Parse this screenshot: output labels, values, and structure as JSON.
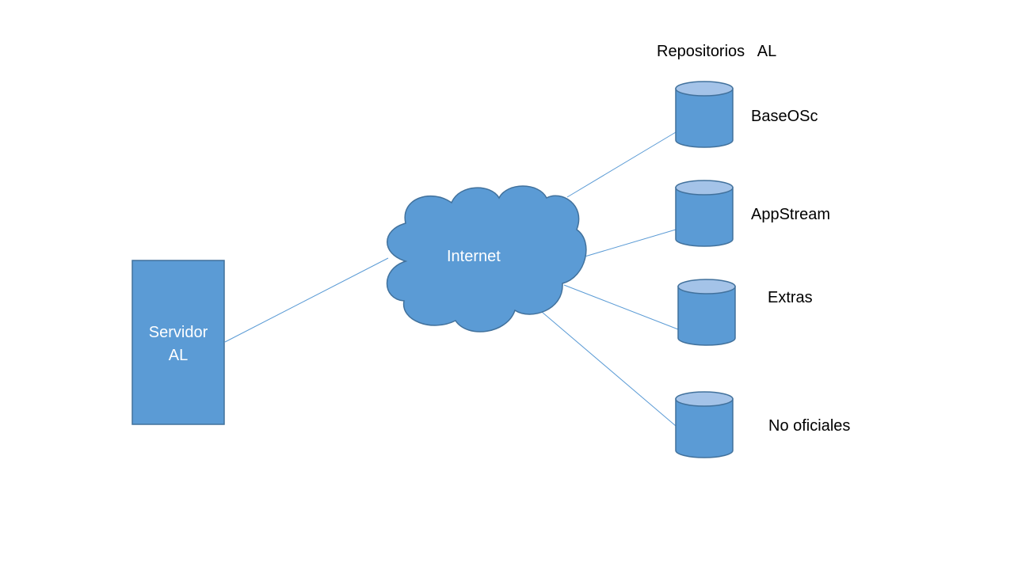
{
  "title": "Repositorios   AL",
  "server": {
    "line1": "Servidor",
    "line2": "AL"
  },
  "cloud": {
    "label": "Internet"
  },
  "repositories": [
    {
      "label": "BaseOSc"
    },
    {
      "label": "AppStream"
    },
    {
      "label": "Extras"
    },
    {
      "label": "No oficiales"
    }
  ],
  "colors": {
    "fill": "#5b9bd5",
    "stroke": "#41719c",
    "cylinder_top": "#a4c3e8",
    "connector": "#5b9bd5"
  }
}
